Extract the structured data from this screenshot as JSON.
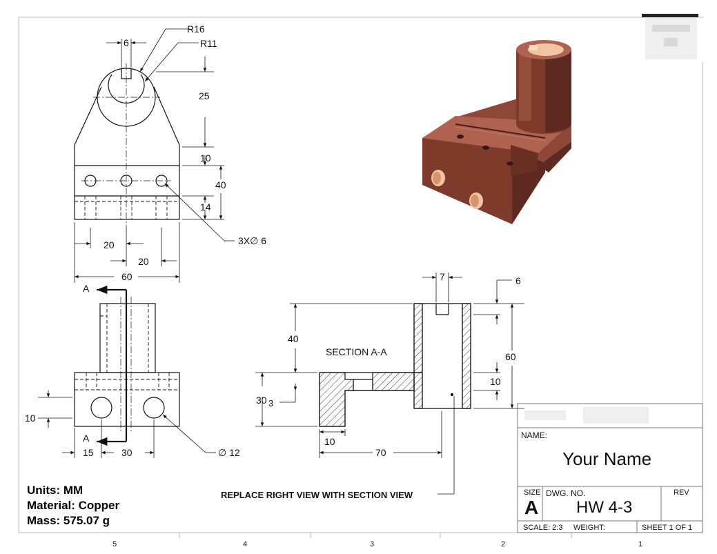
{
  "notes": {
    "units": "Units: MM",
    "material": "Material: Copper",
    "mass": "Mass:  575.07 g"
  },
  "instruction": "REPLACE RIGHT VIEW WITH SECTION VIEW",
  "section_label": "SECTION A-A",
  "cut_label": "A",
  "dims": {
    "r16": "R16",
    "r11": "R11",
    "w6": "6",
    "h25": "25",
    "h10": "10",
    "h40": "40",
    "h14": "14",
    "holes": "3X∅ 6",
    "s20a": "20",
    "s20b": "20",
    "w60": "60",
    "f10": "10",
    "f15": "15",
    "f30": "30",
    "d12": "∅ 12",
    "s7": "7",
    "s6": "6",
    "s40": "40",
    "s60": "60",
    "s10r": "10",
    "s30": "30",
    "s3": "3",
    "s10b": "10",
    "s70": "70"
  },
  "title_block": {
    "name_label": "NAME:",
    "name_value": "Your Name",
    "size_label": "SIZE",
    "size_value": "A",
    "dwg_label": "DWG.  NO.",
    "dwg_value": "HW 4-3",
    "rev_label": "REV",
    "scale": "SCALE: 2:3",
    "weight": "WEIGHT:",
    "sheet": "SHEET 1 OF 1"
  },
  "zones": [
    "5",
    "4",
    "3",
    "2",
    "1"
  ],
  "colors": {
    "copper_top": "#b0614f",
    "copper_front": "#7e3b2c",
    "copper_side": "#5e2a20",
    "hole": "#f2c4a2"
  }
}
